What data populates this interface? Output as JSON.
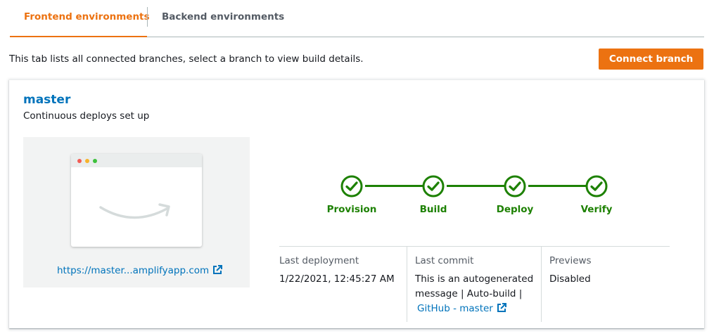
{
  "tabs": [
    {
      "label": "Frontend environments",
      "active": true
    },
    {
      "label": "Backend environments",
      "active": false
    }
  ],
  "description": "This tab lists all connected branches, select a branch to view build details.",
  "connect_button": "Connect branch",
  "branch": {
    "name": "master",
    "subtitle": "Continuous deploys set up",
    "url": "https://master...amplifyapp.com",
    "stages": [
      "Provision",
      "Build",
      "Deploy",
      "Verify"
    ],
    "last_deployment": {
      "label": "Last deployment",
      "value": "1/22/2021, 12:45:27 AM"
    },
    "last_commit": {
      "label": "Last commit",
      "value": "This is an autogenerated message | Auto-build |",
      "link": "GitHub - master"
    },
    "previews": {
      "label": "Previews",
      "value": "Disabled"
    }
  },
  "colors": {
    "accent": "#ec7211",
    "link": "#0073bb",
    "success": "#1d8102"
  },
  "icons": [
    "external-link-icon",
    "check-circle-icon",
    "amazon-smile-icon"
  ]
}
